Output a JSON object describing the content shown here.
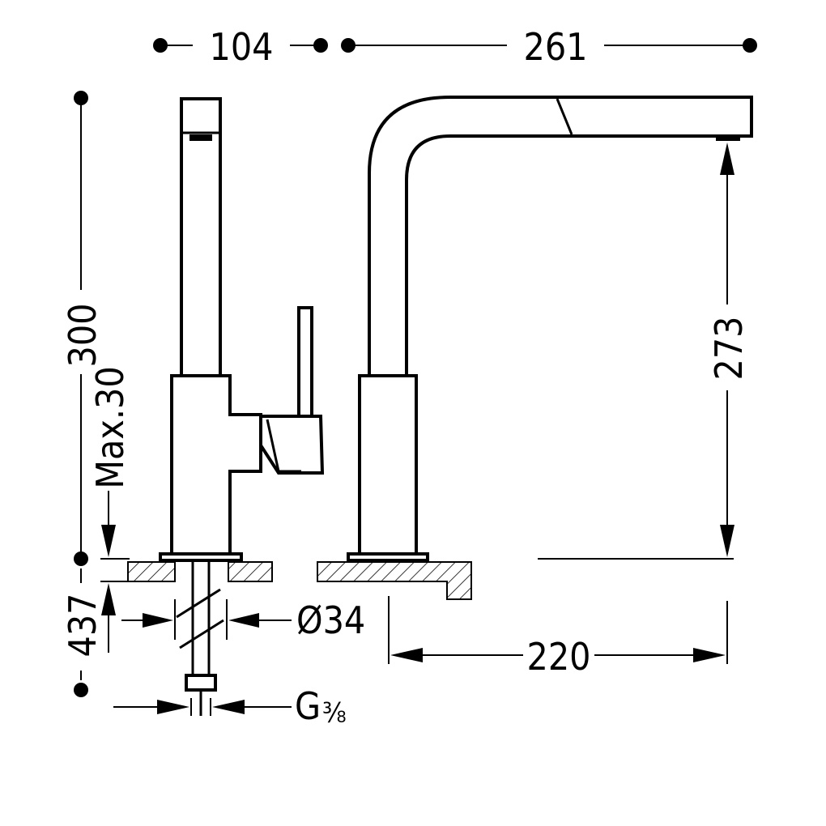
{
  "dimensions": {
    "width_left": "104",
    "width_right": "261",
    "height_total": "300",
    "max_deck": "Max.30",
    "depth_below": "437",
    "spout_height": "273",
    "reach": "220",
    "diameter": "Ø34",
    "thread_main": "G",
    "thread_fraction": "⅜"
  },
  "colors": {
    "line": "#000000",
    "background": "#ffffff"
  }
}
